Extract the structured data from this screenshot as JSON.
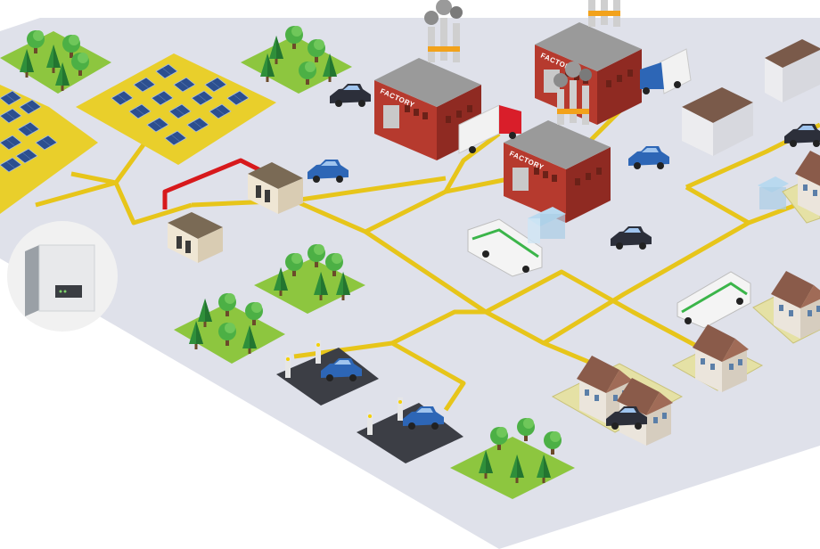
{
  "colors": {
    "ground": "#dfe1ea",
    "grid_line": "#e7c51a",
    "grid_line_active": "#d7191c",
    "grass": "#8dc63f",
    "grass_dark": "#6aa02d",
    "plot": "#e9cf2b",
    "tree_dark": "#2f8f3a",
    "tree_light": "#4cb045",
    "brick": "#b63a2e",
    "brick_dark": "#8f2a22",
    "solar": "#2c4f8f",
    "car_blue": "#2d66b6",
    "car_dark": "#2c2f3a"
  },
  "labels": {
    "factory_1": "FACTORY",
    "factory_2": "FACTORY",
    "factory_3": "FACTORY"
  },
  "icons": {
    "inverter": "inverter-device-icon"
  }
}
